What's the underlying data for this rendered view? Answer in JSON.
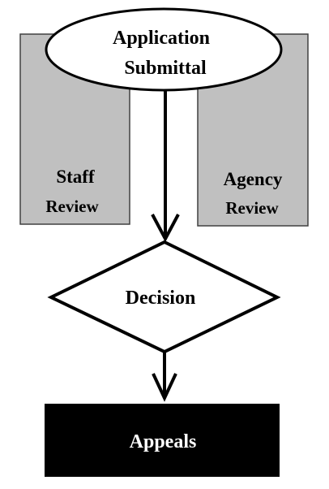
{
  "nodes": {
    "staff_review": {
      "line1": "Staff",
      "line2": "Review"
    },
    "agency_review": {
      "line1": "Agency",
      "line2": "Review"
    },
    "application_submittal": {
      "line1": "Application",
      "line2": "Submittal"
    },
    "decision": {
      "label": "Decision"
    },
    "appeals": {
      "label": "Appeals"
    }
  },
  "colors": {
    "review_box_fill": "#c0c0c0",
    "outline": "#000000",
    "appeals_fill": "#000000",
    "appeals_text": "#ffffff",
    "background": "#ffffff"
  }
}
